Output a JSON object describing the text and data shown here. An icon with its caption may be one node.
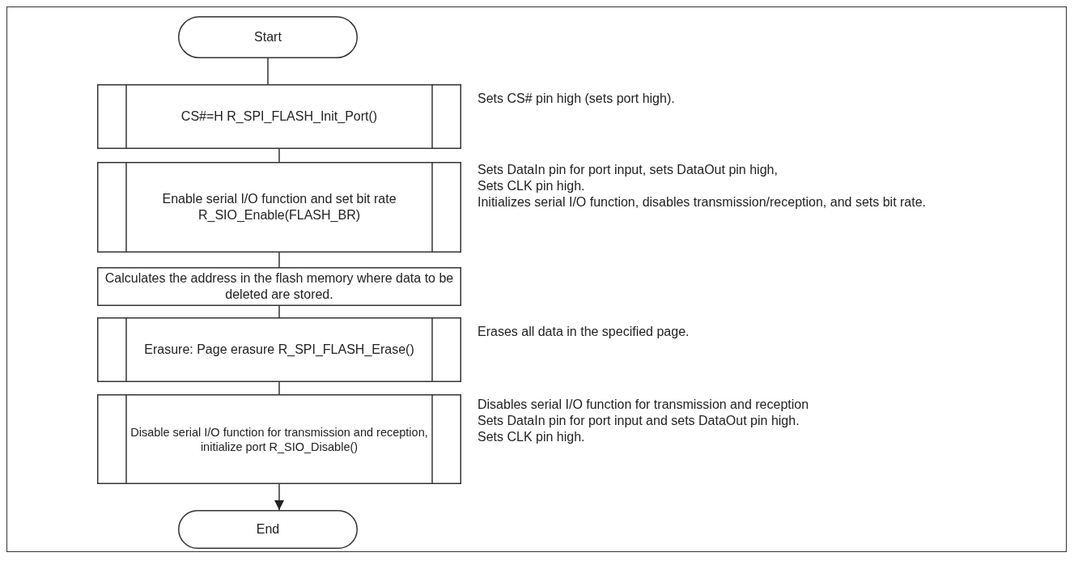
{
  "diagram": {
    "nodes": [
      {
        "text": [
          "Start"
        ]
      },
      {
        "text": [
          "CS#=H R_SPI_FLASH_Init_Port()"
        ],
        "beside": [
          "Sets CS# pin high (sets port high)."
        ]
      },
      {
        "text": [
          "Enable serial I/O function and set bit rate R_SIO_Enable(FLASH_BR)"
        ],
        "beside": [
          "Sets DataIn pin for port input, sets DataOut pin high,",
          "Sets CLK pin high.",
          "Initializes serial I/O function, disables transmission/reception, and sets bit rate."
        ]
      },
      {
        "text": [
          "Calculates the address in the flash memory where data to be deleted are stored."
        ]
      },
      {
        "text": [
          "Erasure: Page erasure R_SPI_FLASH_Erase()"
        ],
        "beside": [
          "Erases all data in the specified page."
        ]
      },
      {
        "text": [
          "Disable serial I/O function for transmission and reception, initialize port R_SIO_Disable()"
        ],
        "beside": [
          "Disables serial I/O function for transmission and reception",
          "Sets DataIn pin for port input and sets DataOut pin high.",
          "Sets CLK pin high."
        ]
      },
      {
        "text": [
          "End"
        ]
      }
    ],
    "edges": [
      {
        "from": 0,
        "to": 1,
        "arrow": "none"
      },
      {
        "from": 1,
        "to": 2,
        "arrow": "none"
      },
      {
        "from": 2,
        "to": 3,
        "arrow": "none"
      },
      {
        "from": 3,
        "to": 4,
        "arrow": "none"
      },
      {
        "from": 4,
        "to": 5,
        "arrow": "none"
      },
      {
        "from": 5,
        "to": 6,
        "arrow": "to"
      }
    ]
  }
}
